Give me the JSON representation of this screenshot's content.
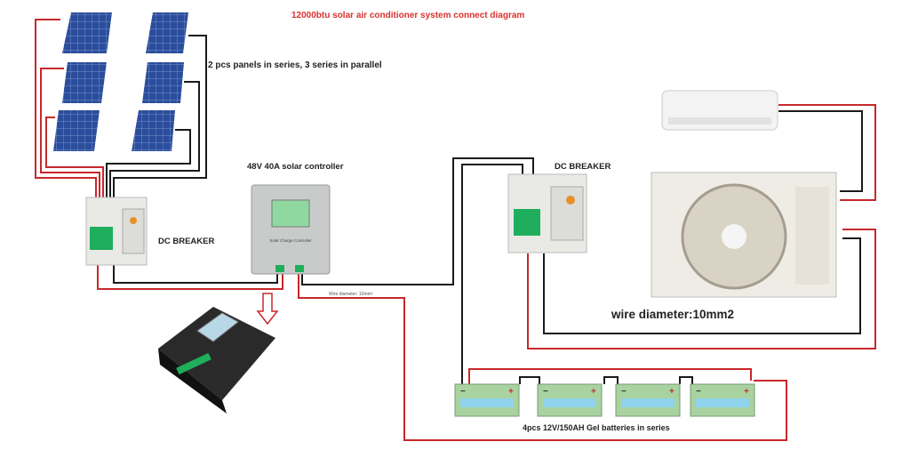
{
  "title": "12000btu  solar air conditioner system connect diagram",
  "panels_note": "2 pcs panels in series, 3 series in parallel",
  "controller_label": "48V 40A solar controller",
  "controller_face_text": "Solar Charge Controller",
  "breaker_left_label": "DC BREAKER",
  "breaker_right_label": "DC BREAKER",
  "wire_note_small": "Wire diameter: 10mm²",
  "wire_note_large": "wire diameter:10mm2",
  "battery_label": "4pcs  12V/150AH  Gel batteries in series",
  "battery_terminals": {
    "neg": "−",
    "pos": "+"
  },
  "colors": {
    "title": "#d9322e",
    "positive_wire": "#c8282b",
    "negative_wire": "#1a1a1a",
    "panel": "#2b4d9c",
    "battery": "#a8d3a0",
    "battery_window": "#8fd3ec",
    "breaker_handle": "#1fae5b"
  }
}
